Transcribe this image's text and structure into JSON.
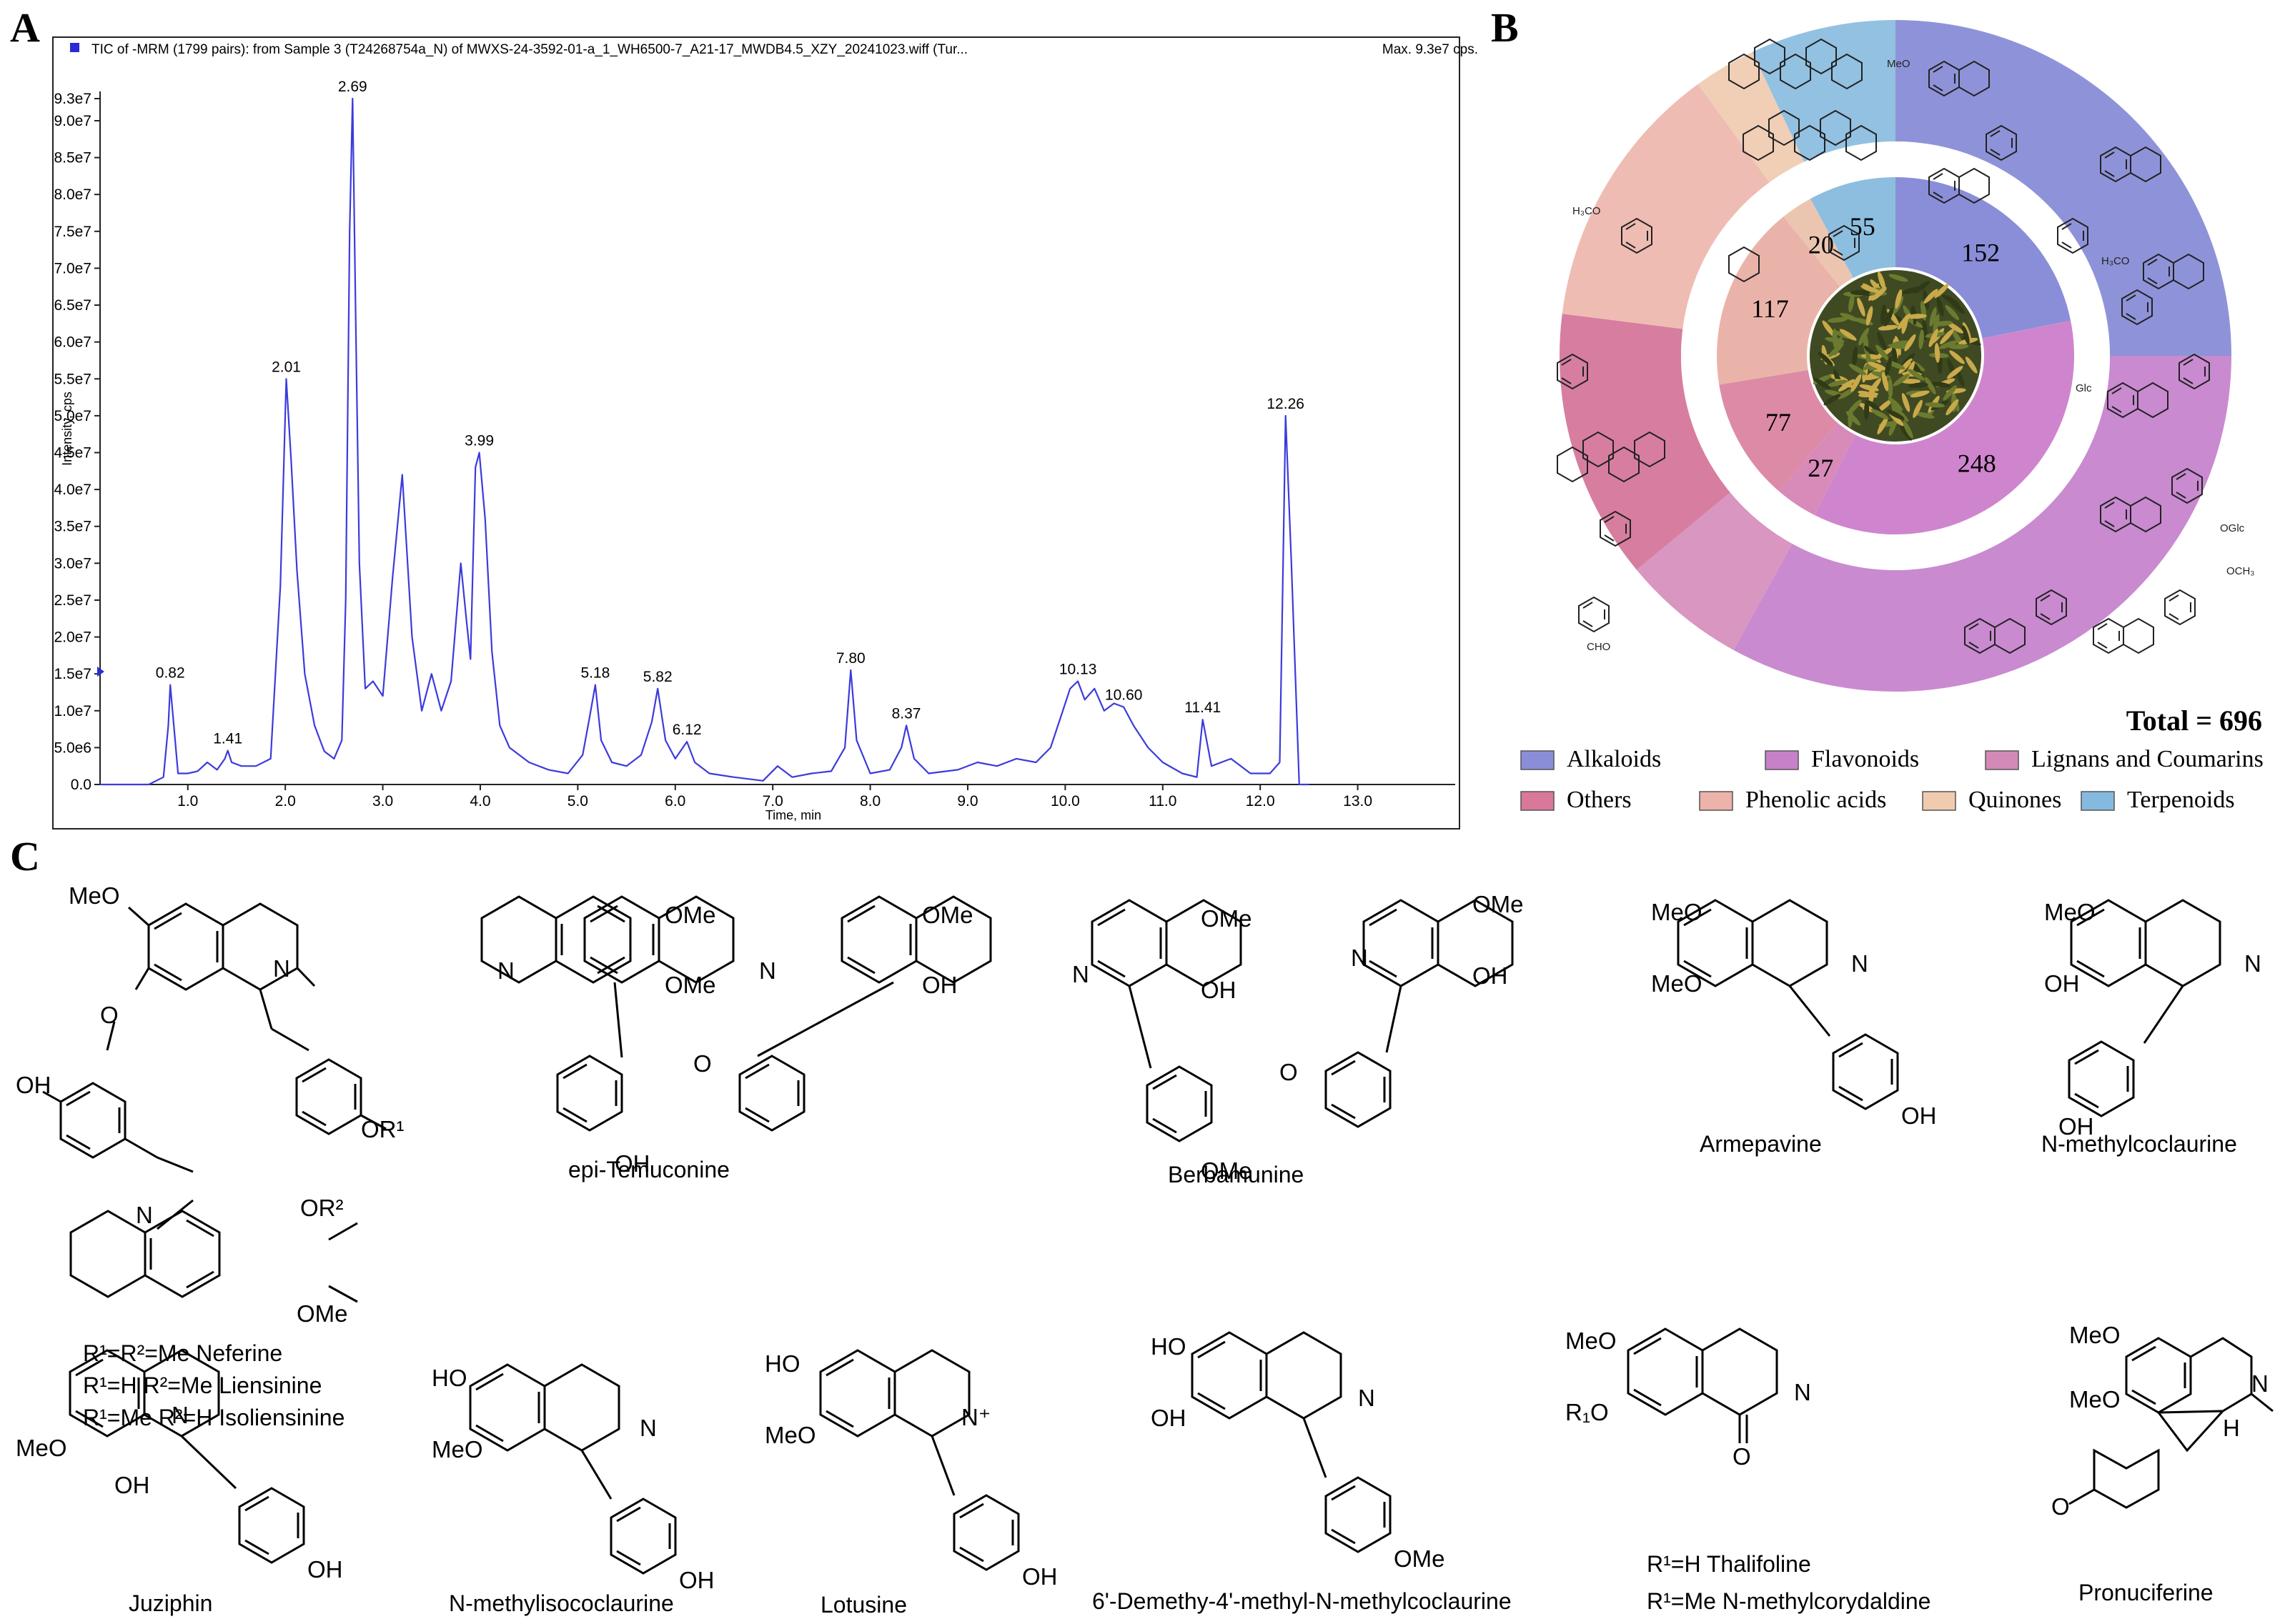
{
  "panels": {
    "a": "A",
    "b": "B",
    "c": "C"
  },
  "chromatogram": {
    "title": "TIC of -MRM (1799 pairs): from Sample 3 (T24268754a_N) of MWXS-24-3592-01-a_1_WH6500-7_A21-17_MWDB4.5_XZY_20241023.wiff (Tur...",
    "max_label": "Max. 9.3e7 cps.",
    "color": "#3b3bdc"
  },
  "chart_data": [
    {
      "type": "line",
      "title": "TIC of -MRM (1799 pairs): from Sample 3 (T24268754a_N) of MWXS-24-3592-01-a_1_WH6500-7_A21-17_MWDB4.5_XZY_20241023.wiff (Tur...",
      "xlabel": "Time, min",
      "ylabel": "Intensity, cps",
      "xlim": [
        0.1,
        14.0
      ],
      "ylim": [
        0,
        93000000.0
      ],
      "xticks": [
        "1.0",
        "2.0",
        "3.0",
        "4.0",
        "5.0",
        "6.0",
        "7.0",
        "8.0",
        "9.0",
        "10.0",
        "11.0",
        "12.0",
        "13.0"
      ],
      "xtick_values": [
        1,
        2,
        3,
        4,
        5,
        6,
        7,
        8,
        9,
        10,
        11,
        12,
        13
      ],
      "yticks": [
        "0.0",
        "5.0e6",
        "1.0e7",
        "1.5e7",
        "2.0e7",
        "2.5e7",
        "3.0e7",
        "3.5e7",
        "4.0e7",
        "4.5e7",
        "5.0e7",
        "5.5e7",
        "6.0e7",
        "6.5e7",
        "7.0e7",
        "7.5e7",
        "8.0e7",
        "8.5e7",
        "9.0e7",
        "9.3e7"
      ],
      "ytick_values": [
        0,
        5000000.0,
        10000000.0,
        15000000.0,
        20000000.0,
        25000000.0,
        30000000.0,
        35000000.0,
        40000000.0,
        45000000.0,
        50000000.0,
        55000000.0,
        60000000.0,
        65000000.0,
        70000000.0,
        75000000.0,
        80000000.0,
        85000000.0,
        90000000.0,
        93000000.0
      ],
      "peak_labels": [
        {
          "label": "0.82",
          "x": 0.82,
          "y": 13500000.0
        },
        {
          "label": "1.41",
          "x": 1.41,
          "y": 4600000.0
        },
        {
          "label": "2.01",
          "x": 2.01,
          "y": 55000000.0
        },
        {
          "label": "2.69",
          "x": 2.69,
          "y": 93000000.0
        },
        {
          "label": "3.99",
          "x": 3.99,
          "y": 45000000.0
        },
        {
          "label": "5.18",
          "x": 5.18,
          "y": 13500000.0
        },
        {
          "label": "5.82",
          "x": 5.82,
          "y": 13000000.0
        },
        {
          "label": "6.12",
          "x": 6.12,
          "y": 5800000.0
        },
        {
          "label": "7.80",
          "x": 7.8,
          "y": 15500000.0
        },
        {
          "label": "8.37",
          "x": 8.37,
          "y": 8000000.0
        },
        {
          "label": "10.13",
          "x": 10.13,
          "y": 14000000.0
        },
        {
          "label": "10.60",
          "x": 10.6,
          "y": 10500000.0
        },
        {
          "label": "11.41",
          "x": 11.41,
          "y": 8800000.0
        },
        {
          "label": "12.26",
          "x": 12.26,
          "y": 50000000.0
        }
      ],
      "series": [
        {
          "x": [
            0.1,
            0.6,
            0.75,
            0.8,
            0.82,
            0.85,
            0.9,
            1.0,
            1.1,
            1.2,
            1.3,
            1.38,
            1.41,
            1.45,
            1.55,
            1.7,
            1.85,
            1.95,
            2.01,
            2.06,
            2.12,
            2.2,
            2.3,
            2.4,
            2.5,
            2.58,
            2.62,
            2.66,
            2.69,
            2.72,
            2.76,
            2.82,
            2.9,
            3.0,
            3.1,
            3.2,
            3.3,
            3.4,
            3.5,
            3.6,
            3.7,
            3.8,
            3.86,
            3.9,
            3.95,
            3.99,
            4.05,
            4.12,
            4.2,
            4.3,
            4.5,
            4.7,
            4.9,
            5.05,
            5.12,
            5.18,
            5.24,
            5.35,
            5.5,
            5.65,
            5.76,
            5.82,
            5.9,
            6.0,
            6.12,
            6.2,
            6.35,
            6.6,
            6.9,
            7.05,
            7.2,
            7.4,
            7.6,
            7.74,
            7.8,
            7.86,
            8.0,
            8.2,
            8.32,
            8.37,
            8.45,
            8.6,
            8.9,
            9.1,
            9.3,
            9.5,
            9.7,
            9.85,
            9.95,
            10.05,
            10.13,
            10.2,
            10.3,
            10.4,
            10.5,
            10.6,
            10.7,
            10.85,
            11.0,
            11.2,
            11.35,
            11.41,
            11.5,
            11.7,
            11.9,
            12.1,
            12.2,
            12.26,
            12.32,
            12.4,
            12.5
          ],
          "y": [
            0,
            0,
            1000000.0,
            8000000.0,
            13500000.0,
            9000000.0,
            1500000.0,
            1500000.0,
            1800000.0,
            3000000.0,
            2000000.0,
            3500000.0,
            4600000.0,
            3000000.0,
            2500000.0,
            2500000.0,
            3500000.0,
            27000000.0,
            55000000.0,
            44000000.0,
            29000000.0,
            15000000.0,
            8000000.0,
            4500000.0,
            3500000.0,
            6000000.0,
            25000000.0,
            75000000.0,
            93000000.0,
            65000000.0,
            30000000.0,
            13000000.0,
            14000000.0,
            12000000.0,
            28000000.0,
            42000000.0,
            20000000.0,
            10000000.0,
            15000000.0,
            10000000.0,
            14000000.0,
            30000000.0,
            22000000.0,
            17000000.0,
            43000000.0,
            45000000.0,
            36000000.0,
            18000000.0,
            8000000.0,
            5000000.0,
            3000000.0,
            2000000.0,
            1500000.0,
            4000000.0,
            9000000.0,
            13500000.0,
            6000000.0,
            3000000.0,
            2500000.0,
            4000000.0,
            8500000.0,
            13000000.0,
            6000000.0,
            3500000.0,
            5800000.0,
            3000000.0,
            1500000.0,
            1000000.0,
            500000.0,
            2500000.0,
            1000000.0,
            1500000.0,
            1800000.0,
            5000000.0,
            15500000.0,
            6000000.0,
            1500000.0,
            2000000.0,
            5000000.0,
            8000000.0,
            3500000.0,
            1500000.0,
            2000000.0,
            3000000.0,
            2500000.0,
            3500000.0,
            3000000.0,
            5000000.0,
            9000000.0,
            13000000.0,
            14000000.0,
            11500000.0,
            13000000.0,
            10000000.0,
            11000000.0,
            10500000.0,
            8000000.0,
            5000000.0,
            3000000.0,
            1500000.0,
            1000000.0,
            8800000.0,
            2500000.0,
            3500000.0,
            1500000.0,
            1500000.0,
            3000000.0,
            50000000.0,
            30000000.0,
            0,
            0
          ]
        }
      ]
    },
    {
      "type": "pie",
      "total_label": "Total = 696",
      "categories": [
        "Alkaloids",
        "Flavonoids",
        "Lignans and Coumarins",
        "Others",
        "Phenolic acids",
        "Quinones",
        "Terpenoids"
      ],
      "values": [
        152,
        248,
        27,
        77,
        117,
        20,
        55
      ],
      "value_labels": [
        "152",
        "248",
        "27",
        "77",
        "117",
        "20",
        "55"
      ],
      "inner_colors": [
        "#8a8ed8",
        "#cf85cd",
        "#d88ab9",
        "#dc8aa5",
        "#eab3aa",
        "#ecc5b0",
        "#8dbee0"
      ],
      "outer_colors": [
        "#8e93d9",
        "#c98ad0",
        "#d896c1",
        "#d77ea0",
        "#efbcb3",
        "#f0cfb6",
        "#93c1e1"
      ]
    }
  ],
  "legend": {
    "items": [
      {
        "label": "Alkaloids",
        "color": "#8a8ed8"
      },
      {
        "label": "Flavonoids",
        "color": "#c781c8"
      },
      {
        "label": "Lignans and Coumarins",
        "color": "#d38ab8"
      },
      {
        "label": "Others",
        "color": "#d9789b"
      },
      {
        "label": "Phenolic acids",
        "color": "#ebb3aa"
      },
      {
        "label": "Quinones",
        "color": "#f0cbb0"
      },
      {
        "label": "Terpenoids",
        "color": "#86b9df"
      }
    ]
  },
  "structures": {
    "neferine_r1r2": "R¹=R²=Me Neferine",
    "liensinine": "R¹=H R²=Me Liensinine",
    "isoliensinine": "R¹=Me R²=H Isoliensinine",
    "epi_temuconine": "epi-Temuconine",
    "berbamunine": "Berbamunine",
    "armepavine": "Armepavine",
    "n_methylcoclaurine": "N-methylcoclaurine",
    "juziphin": "Juziphin",
    "n_methylisococlaurine": "N-methylisococlaurine",
    "lotusine": "Lotusine",
    "demethy": "6'-Demethy-4'-methyl-N-methylcoclaurine",
    "thalifoline": "R¹=H Thalifoline",
    "n_methylcorydaldine": "R¹=Me N-methylcorydaldine",
    "pronuciferine": "Pronuciferine",
    "atoms": {
      "meo": "MeO",
      "ome": "OMe",
      "oh": "OH",
      "ho": "HO",
      "o": "O",
      "n": "N",
      "or1": "OR¹",
      "or2": "OR²",
      "r1o": "R₁O",
      "nplus": "N⁺",
      "h": "H",
      "mini_glc": "Glc",
      "mini_oglc": "OGlc",
      "mini_h3co": "H₃CO",
      "mini_och3": "OCH₃",
      "mini_cho": "CHO"
    }
  }
}
